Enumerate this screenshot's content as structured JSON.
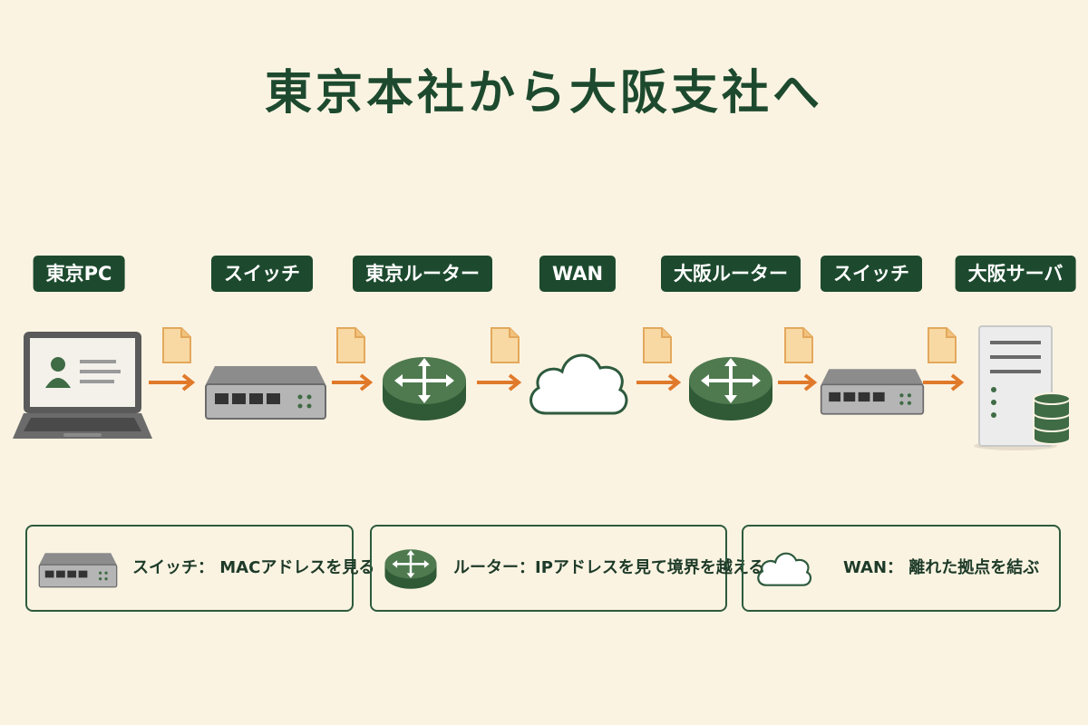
{
  "title": "東京本社から大阪支社へ",
  "nodes": [
    {
      "label": "東京PC",
      "icon": "laptop-icon"
    },
    {
      "label": "スイッチ",
      "icon": "switch-icon"
    },
    {
      "label": "東京ルーター",
      "icon": "router-icon"
    },
    {
      "label": "WAN",
      "icon": "cloud-icon"
    },
    {
      "label": "大阪ルーター",
      "icon": "router-icon"
    },
    {
      "label": "スイッチ",
      "icon": "switch-icon"
    },
    {
      "label": "大阪サーバ",
      "icon": "server-icon"
    }
  ],
  "packet_icon": "document-icon",
  "legend": [
    {
      "icon": "switch-icon",
      "text": "スイッチ： MACアドレスを見る"
    },
    {
      "icon": "router-icon",
      "text": "ルーター：IPアドレスを見て境界を越える"
    },
    {
      "icon": "cloud-icon",
      "text": "WAN： 離れた拠点を結ぶ"
    }
  ],
  "colors": {
    "background": "#fbf3e2",
    "label_bg": "#1d4a2e",
    "router": "#4f7a4f",
    "arrow": "#e07a2a",
    "document": "#f8d9a3"
  }
}
